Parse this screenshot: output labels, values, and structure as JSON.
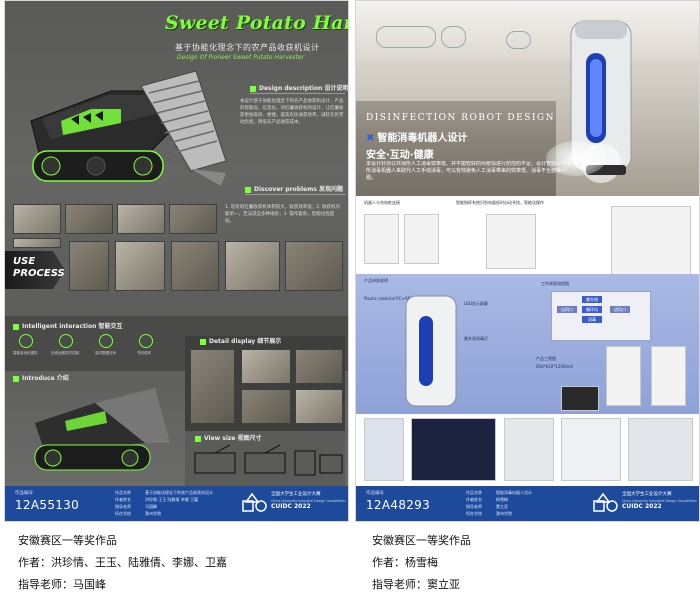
{
  "left_poster": {
    "title": "Sweet Potato Harvester",
    "subtitle_cn": "基于协能化理念下的农产品收获机设计",
    "subtitle_en": "Design Of Pioneer Sweet Potato Harvester",
    "sections": {
      "design_description": "Design description 设计说明",
      "discover_problems": "Discover problems 发现问题",
      "use_process_line1": "USE",
      "use_process_line2": "PROCESS",
      "intelligent_interaction": "Intelligent interaction 智能交互",
      "introduce": "Introduce 介绍",
      "detail_display": "Detail display 细节展示",
      "view_size": "View size 视图尺寸"
    },
    "design_text": "本设计基于协能化理念下的农产品收获机设计，产品的智能化、信息化，对红薯收获机的设计，让红薯收获更加高效、便捷。提高农民收获效率，减轻农民劳动负担，降低农产品收获成本。",
    "problem_text": "1. 现有的红薯收获机体积较大，收获效率低；2. 收获机功能单一，无法适应多种地形；3. 操作复杂，智能化程度低。",
    "interaction_icons": [
      "智能自动化操控",
      "无线远程实时控制",
      "实时数据分析",
      "节约成本"
    ],
    "footer": {
      "id_label": "作品编号",
      "id": "12A55130",
      "labels": [
        "作品名称",
        "作者姓名",
        "指导老师",
        "所在学校"
      ],
      "values": [
        "基于协能化理念下的农产品收获机设计",
        "洪珍情 王玉 陆雅倩 李娜 卫嘉",
        "马国峰",
        "滁州学院"
      ],
      "org_cn": "全国大学生工业设计大赛",
      "org_en": "China University Industrial Design Competition",
      "org_short": "CUIDC 2022"
    }
  },
  "right_poster": {
    "title_en": "Disinfection robot design",
    "title_cn": "智能消毒机器人设计",
    "slogan": "安全·互动·健康",
    "design_text": "本设计针对公共场所人工消毒效率低、并不能较好的对疫情进行防控的不足，设计智能公共场所消毒机器人来取代人工手动消毒，可以有效避免人工消毒带来的效率低、消毒不全面等问题。",
    "labels": {
      "charging": "机器人与充电桩连接",
      "intelligent": "智能指挥系统识别电量低时自动寻找，智能化操作",
      "material": "产品材质说明",
      "workflow": "工作原理流程图",
      "three_view": "产品三视图",
      "pc_abs": "Plastic material PC+ABS",
      "led": "LED显示屏幕",
      "uv": "紫外线消毒灯",
      "sizes": "650*610*1200mm"
    },
    "flow": [
      "紫外线",
      "循环风",
      "消毒",
      "出风口",
      "进风口"
    ],
    "footer": {
      "id_label": "作品编号",
      "id": "12A48293",
      "labels": [
        "作品名称",
        "作者姓名",
        "指导老师",
        "所在学校"
      ],
      "values": [
        "智能消毒机器人设计",
        "杨雪梅",
        "窦立亚",
        "滁州学院"
      ],
      "org_cn": "全国大学生工业设计大赛",
      "org_en": "China University Industrial Design Competition",
      "org_short": "CUIDC 2022"
    }
  },
  "captions": {
    "left": {
      "award": "安徽赛区一等奖作品",
      "authors": "作者：洪珍情、王玉、陆雅倩、李娜、卫嘉",
      "advisor": "指导老师：马国峰"
    },
    "right": {
      "award": "安徽赛区一等奖作品",
      "authors": "作者：杨雪梅",
      "advisor": "指导老师：窦立亚"
    }
  },
  "colors": {
    "accent_green": "#7dff3a",
    "footer_blue": "#1e4a9c",
    "robot_blue": "#3d5bd1"
  }
}
